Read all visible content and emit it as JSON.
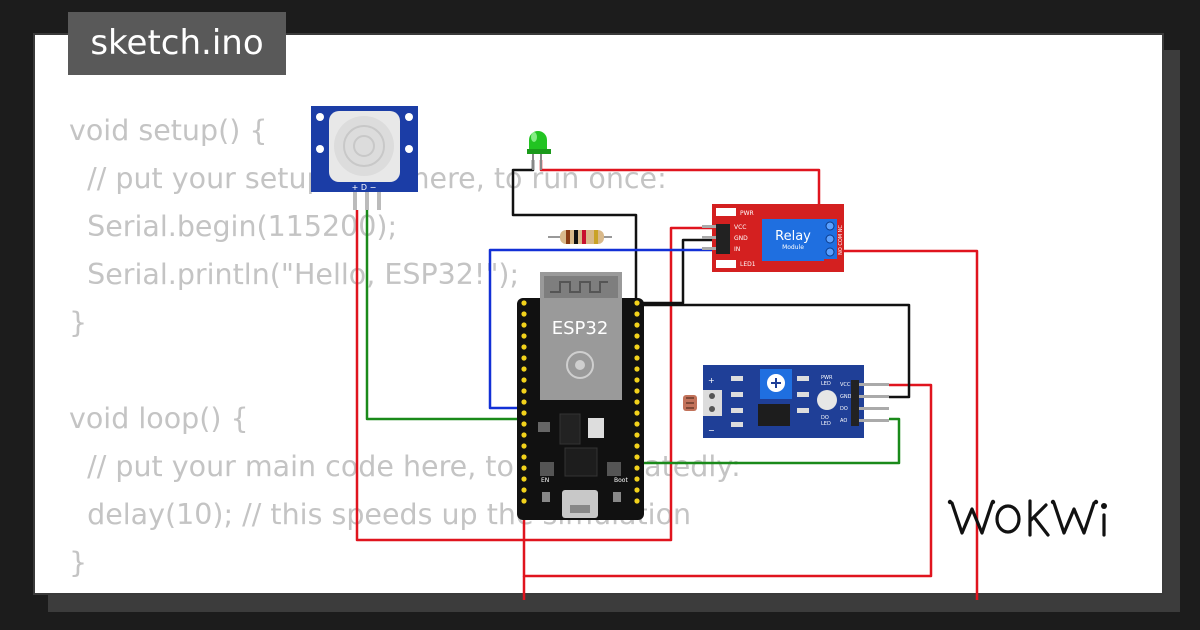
{
  "window": {
    "title": "sketch.ino"
  },
  "code": {
    "lines": [
      "void setup() {",
      "  // put your setup code here, to run once:",
      "  Serial.begin(115200);",
      "  Serial.println(\"Hello, ESP32!\");",
      "}",
      "",
      "void loop() {",
      "  // put your main code here, to run repeatedly:",
      "  delay(10); // this speeds up the simulation",
      "}"
    ]
  },
  "components": {
    "pir": {
      "pins": "+ D −"
    },
    "esp32": {
      "label": "ESP32",
      "boot_label": "Boot",
      "en_label": "EN"
    },
    "relay": {
      "title": "Relay",
      "subtitle": "Module",
      "pwr_led": "PWR",
      "led1": "LED1",
      "vcc": "VCC",
      "gnd": "GND",
      "in": "IN",
      "terminals": "NO COM NC"
    },
    "ldr_module": {
      "pwr_led": "PWR LED",
      "do_led": "DO LED",
      "vcc": "VCC",
      "gnd": "GND",
      "do": "DO",
      "ao": "AO",
      "plus": "+",
      "minus": "−"
    }
  },
  "wire_colors": {
    "red": "#e0141e",
    "black": "#111111",
    "blue": "#1230d6",
    "green": "#1a8a1a"
  },
  "brand": {
    "logo_text": "WOKWi"
  }
}
